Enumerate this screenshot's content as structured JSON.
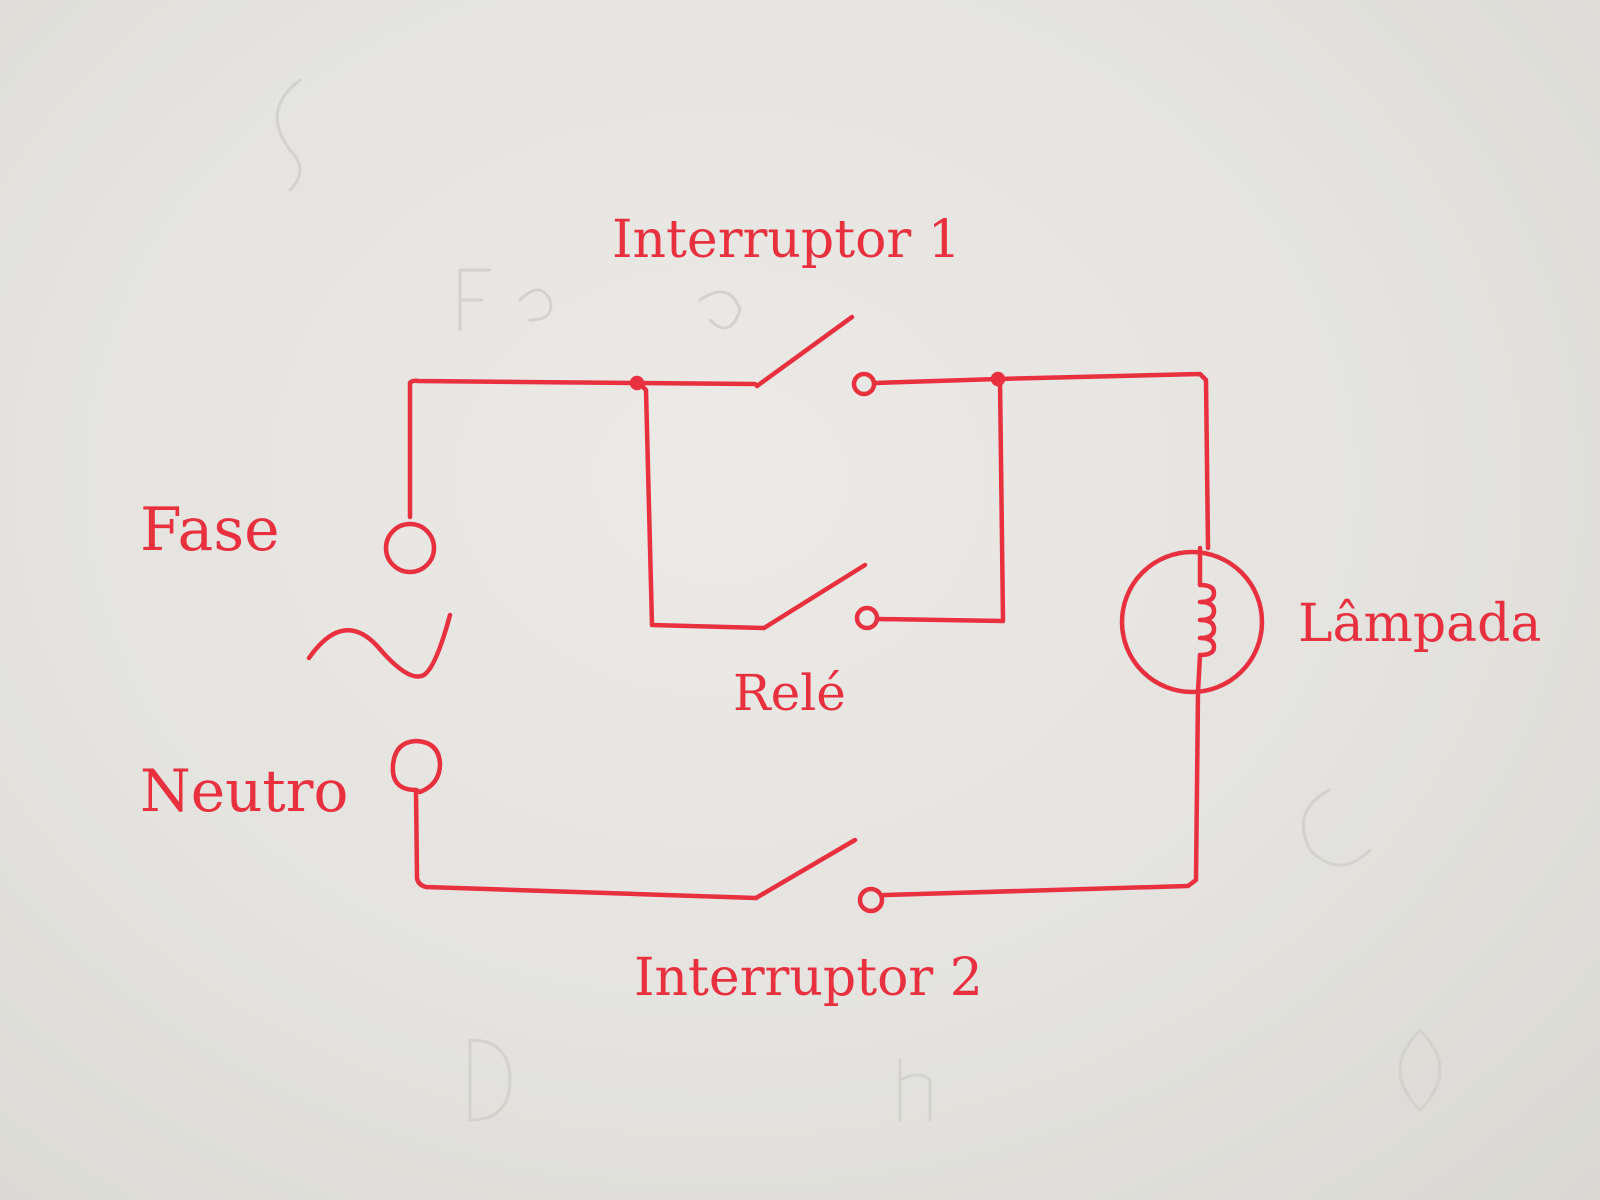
{
  "diagram": {
    "ink_color": "#e8303f",
    "board_color": "#e6e5e1",
    "labels": {
      "interruptor_1": "Interruptor 1",
      "interruptor_2": "Interruptor 2",
      "fase": "Fase",
      "neutro": "Neutro",
      "rele": "Relé",
      "lampada": "Lâmpada"
    },
    "icons": {
      "ac_source": "sine-wave-icon",
      "lamp": "lamp-filament-icon"
    }
  }
}
